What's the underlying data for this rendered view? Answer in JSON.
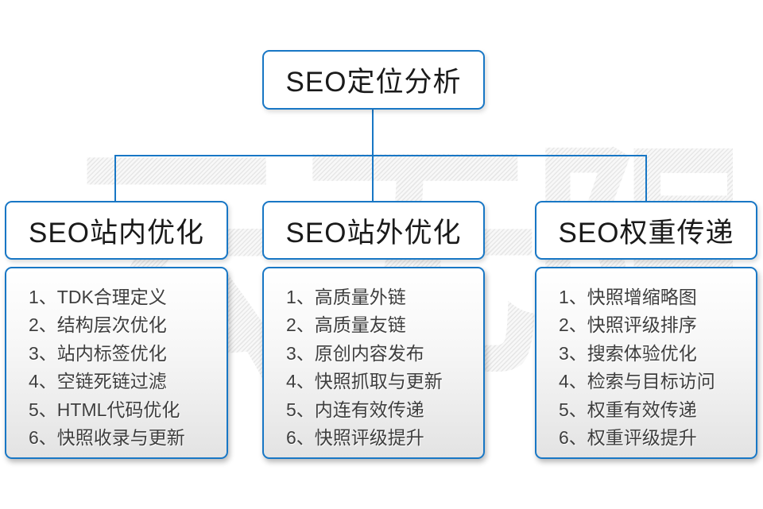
{
  "colors": {
    "accent": "#1877c5",
    "title_text": "#1a1a1a",
    "list_text": "#3e3e3e",
    "panel_gradient_top": "#ffffff",
    "panel_gradient_bottom": "#e3e3e3",
    "watermark_gray": "#e7e7e7"
  },
  "watermark": {
    "text": "云无限"
  },
  "root": {
    "title": "SEO定位分析"
  },
  "columns": [
    {
      "title": "SEO站内优化",
      "items": [
        "1、TDK合理定义",
        "2、结构层次优化",
        "3、站内标签优化",
        "4、空链死链过滤",
        "5、HTML代码优化",
        "6、快照收录与更新"
      ]
    },
    {
      "title": "SEO站外优化",
      "items": [
        "1、高质量外链",
        "2、高质量友链",
        "3、原创内容发布",
        "4、快照抓取与更新",
        "5、内连有效传递",
        "6、快照评级提升"
      ]
    },
    {
      "title": "SEO权重传递",
      "items": [
        "1、快照增缩略图",
        "2、快照评级排序",
        "3、搜索体验优化",
        "4、检索与目标访问",
        "5、权重有效传递",
        "6、权重评级提升"
      ]
    }
  ]
}
